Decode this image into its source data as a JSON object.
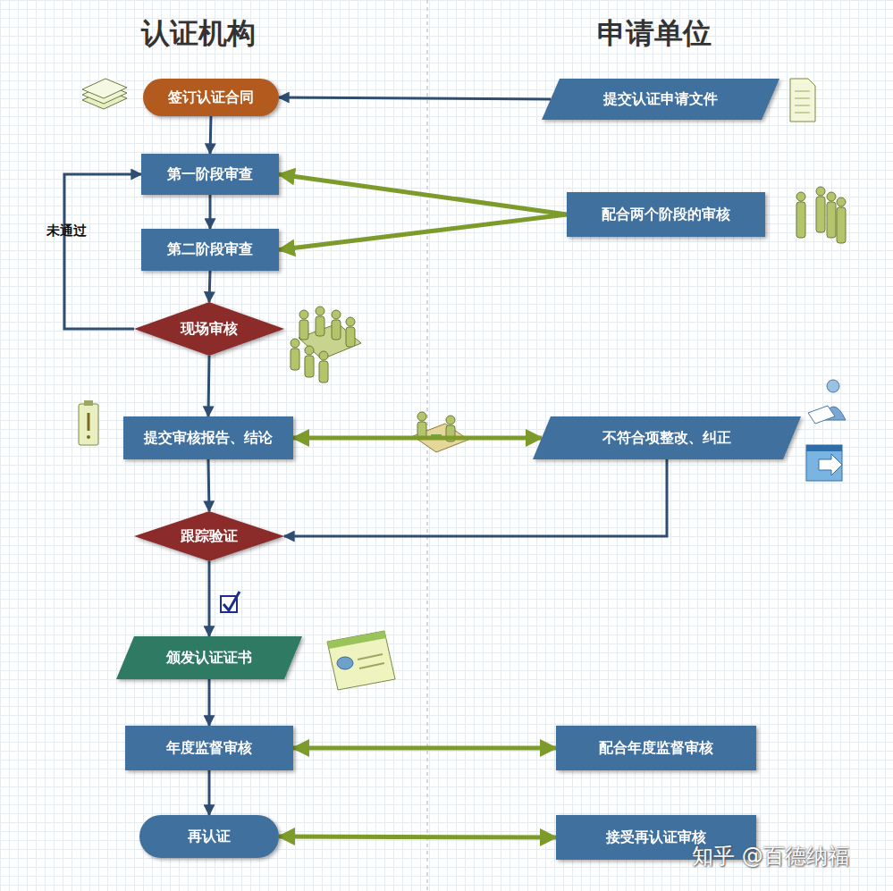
{
  "diagram": {
    "nodes": [
      {
        "text": [
          "签订认证合同"
        ]
      },
      {
        "text": [
          "提交认证申请文件"
        ]
      },
      {
        "text": [
          "第一阶段审查"
        ]
      },
      {
        "text": [
          "配合两个阶段的审核"
        ]
      },
      {
        "text": [
          "第二阶段审查"
        ]
      },
      {
        "text": [
          "现场审核"
        ]
      },
      {
        "text": [
          "提交审核报告、结论"
        ]
      },
      {
        "text": [
          "不符合项整改、纠正"
        ]
      },
      {
        "text": [
          "跟踪验证"
        ]
      },
      {
        "text": [
          "颁发认证证书"
        ]
      },
      {
        "text": [
          "年度监督审核"
        ]
      },
      {
        "text": [
          "配合年度监督审核"
        ]
      },
      {
        "text": [
          "再认证"
        ]
      },
      {
        "text": [
          "接受再认证审核"
        ]
      }
    ],
    "edges": [
      {
        "from": 1,
        "to": 0,
        "arrow": "to"
      },
      {
        "from": 0,
        "to": 2,
        "arrow": "to"
      },
      {
        "from": 2,
        "to": 4,
        "arrow": "to"
      },
      {
        "from": 4,
        "to": 5,
        "arrow": "to"
      },
      {
        "from": 5,
        "to": 2,
        "label": "未通过",
        "arrow": "to"
      },
      {
        "from": 3,
        "to": 2,
        "arrow": "to"
      },
      {
        "from": 3,
        "to": 4,
        "arrow": "to"
      },
      {
        "from": 5,
        "to": 6,
        "arrow": "to"
      },
      {
        "from": 6,
        "to": 7,
        "arrow": "both"
      },
      {
        "from": 6,
        "to": 8,
        "arrow": "to"
      },
      {
        "from": 7,
        "to": 8,
        "arrow": "to"
      },
      {
        "from": 8,
        "to": 9,
        "arrow": "to"
      },
      {
        "from": 9,
        "to": 10,
        "arrow": "to"
      },
      {
        "from": 10,
        "to": 11,
        "arrow": "both"
      },
      {
        "from": 10,
        "to": 12,
        "arrow": "to"
      },
      {
        "from": 12,
        "to": 13,
        "arrow": "both"
      }
    ],
    "labels": [
      "认证机构",
      "申请单位",
      "知乎 @百德纳福"
    ]
  }
}
